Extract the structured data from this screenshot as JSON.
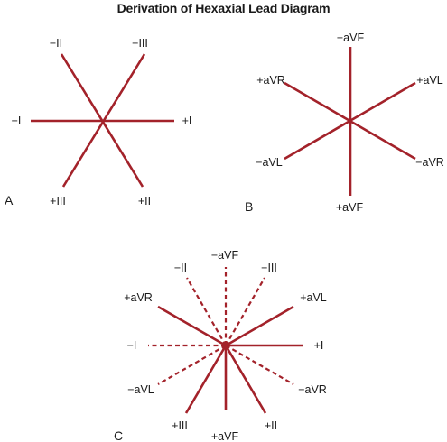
{
  "title": "Derivation of Hexaxial Lead Diagram",
  "line_color": "#a3222a",
  "panels": {
    "A": {
      "letter": "A",
      "labels": {
        "minus_II": "−II",
        "minus_III": "−III",
        "minus_I": "−I",
        "plus_I": "+I",
        "plus_III": "+III",
        "plus_II": "+II"
      }
    },
    "B": {
      "letter": "B",
      "labels": {
        "minus_aVF": "−aVF",
        "plus_aVR": "+aVR",
        "plus_aVL": "+aVL",
        "minus_aVL": "−aVL",
        "minus_aVR": "−aVR",
        "plus_aVF": "+aVF"
      }
    },
    "C": {
      "letter": "C",
      "labels": {
        "minus_aVF": "−aVF",
        "minus_II": "−II",
        "minus_III": "−III",
        "plus_aVR": "+aVR",
        "plus_aVL": "+aVL",
        "minus_I": "−I",
        "plus_I": "+I",
        "minus_aVL": "−aVL",
        "minus_aVR": "−aVR",
        "plus_III": "+III",
        "plus_aVF": "+aVF",
        "plus_II": "+II"
      }
    }
  }
}
